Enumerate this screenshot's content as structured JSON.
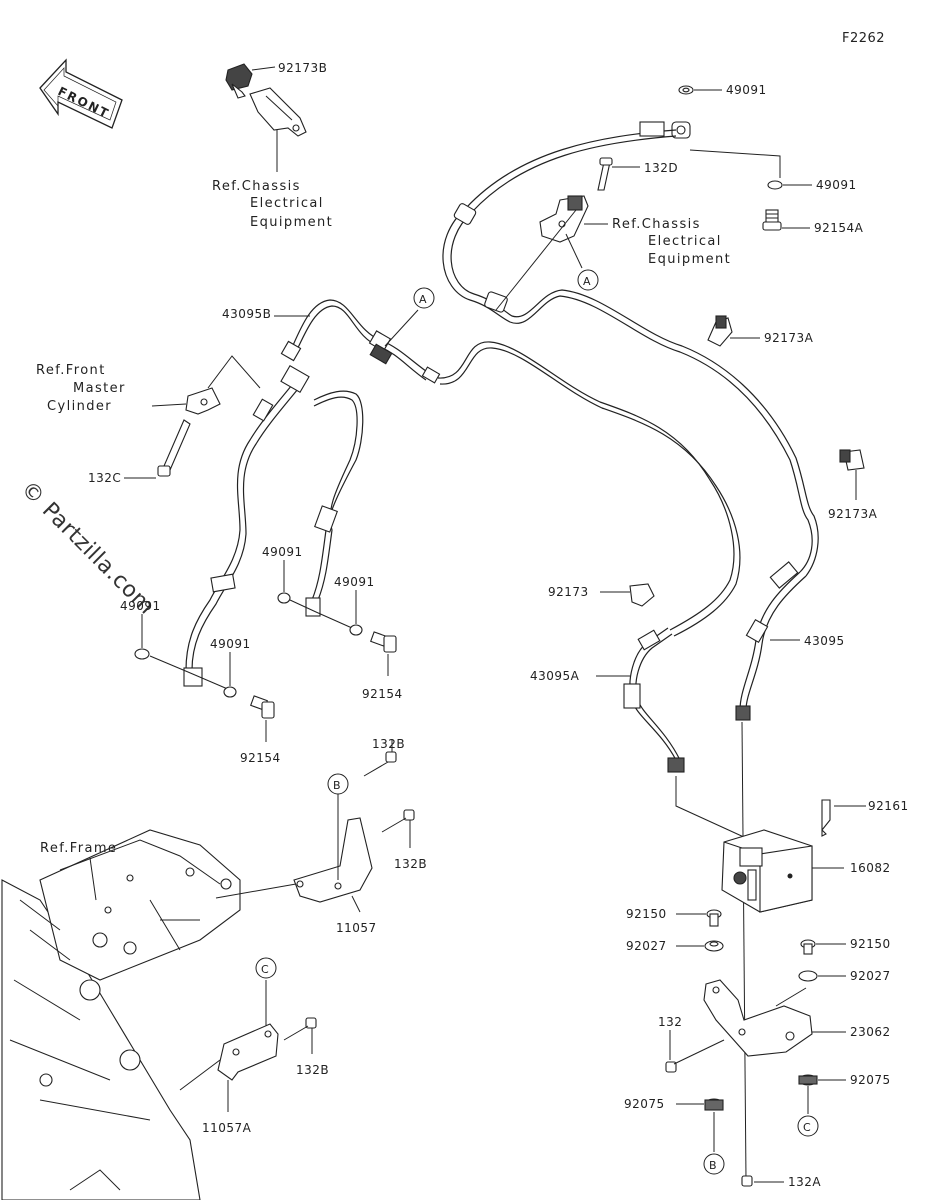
{
  "figure_code": "F2262",
  "front_label": "FRONT",
  "watermark": "© Partzilla.com",
  "refs": {
    "chassis_top_1": "Ref.Chassis",
    "chassis_top_2": "Electrical",
    "chassis_top_3": "Equipment",
    "chassis_mid_1": "Ref.Chassis",
    "chassis_mid_2": "Electrical",
    "chassis_mid_3": "Equipment",
    "master_1": "Ref.Front",
    "master_2": "Master",
    "master_3": "Cylinder",
    "frame": "Ref.Frame"
  },
  "callouts": {
    "a": "A",
    "b": "B",
    "c": "C"
  },
  "parts": {
    "p92173B": "92173B",
    "p49091_top": "49091",
    "p132D": "132D",
    "p49091_r": "49091",
    "p92154A": "92154A",
    "p43095B": "43095B",
    "p92173A_1": "92173A",
    "p132C": "132C",
    "p92173A_2": "92173A",
    "p49091_l1": "49091",
    "p49091_l2": "49091",
    "p49091_l3": "49091",
    "p49091_l4": "49091",
    "p92154_l": "92154",
    "p92154_r": "92154",
    "p92173": "92173",
    "p43095A": "43095A",
    "p43095": "43095",
    "p132B_1": "132B",
    "p132B_2": "132B",
    "p11057": "11057",
    "p92161": "92161",
    "p16082": "16082",
    "p92150_l": "92150",
    "p92027_l": "92027",
    "p92150_r": "92150",
    "p92027_r": "92027",
    "p132": "132",
    "p23062": "23062",
    "p92075_r": "92075",
    "p92075_l": "92075",
    "p132B_3": "132B",
    "p11057A": "11057A",
    "p132A": "132A"
  }
}
